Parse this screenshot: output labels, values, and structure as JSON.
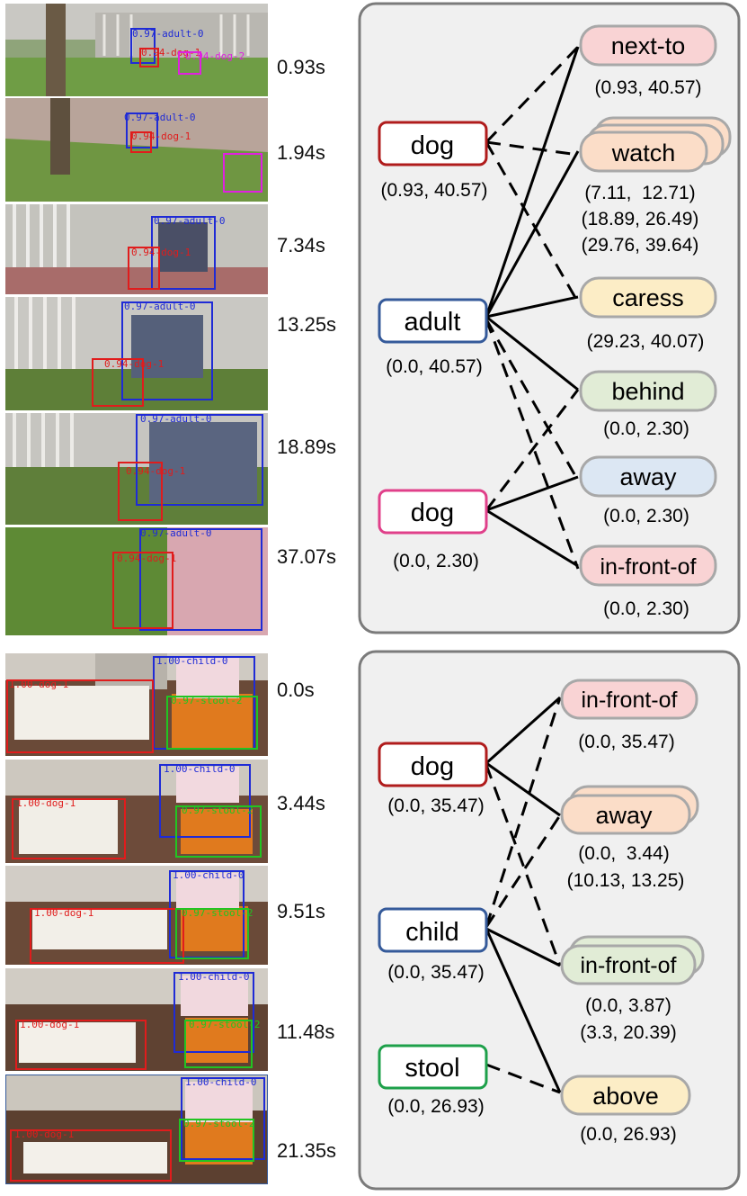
{
  "panels": [
    {
      "frames": [
        {
          "time": "0.93s",
          "boxes": [
            {
              "label": "0.97-adult-0",
              "color": "#1f2bd6"
            },
            {
              "label": "0.94-dog-1",
              "color": "#e01c1c"
            },
            {
              "label": "0.94-dog-2",
              "color": "#e020e0"
            }
          ]
        },
        {
          "time": "1.94s",
          "boxes": [
            {
              "label": "0.97-adult-0",
              "color": "#1f2bd6"
            },
            {
              "label": "0.94-dog-1",
              "color": "#e01c1c"
            },
            {
              "label": "",
              "color": "#e020e0"
            }
          ]
        },
        {
          "time": "7.34s",
          "boxes": [
            {
              "label": "0.97-adult-0",
              "color": "#1f2bd6"
            },
            {
              "label": "0.94-dog-1",
              "color": "#e01c1c"
            }
          ]
        },
        {
          "time": "13.25s",
          "boxes": [
            {
              "label": "0.97-adult-0",
              "color": "#1f2bd6"
            },
            {
              "label": "0.94-dog-1",
              "color": "#e01c1c"
            }
          ]
        },
        {
          "time": "18.89s",
          "boxes": [
            {
              "label": "0.97-adult-0",
              "color": "#1f2bd6"
            },
            {
              "label": "0.94-dog-1",
              "color": "#e01c1c"
            }
          ]
        },
        {
          "time": "37.07s",
          "boxes": [
            {
              "label": "0.97-adult-0",
              "color": "#1f2bd6"
            },
            {
              "label": "0.94-dog-1",
              "color": "#e01c1c"
            }
          ]
        }
      ],
      "entities": [
        {
          "name": "dog",
          "time": "(0.93, 40.57)",
          "border": "#b01c1c"
        },
        {
          "name": "adult",
          "time": "(0.0, 40.57)",
          "border": "#355a9a"
        },
        {
          "name": "dog",
          "time": "(0.0, 2.30)",
          "border": "#e0408a"
        }
      ],
      "relations": [
        {
          "name": "next-to",
          "fill": "#f9d3d4",
          "times": [
            "(0.93, 40.57)"
          ]
        },
        {
          "name": "watch",
          "fill": "#fbddc8",
          "times": [
            "(7.11,  12.71)",
            "(18.89, 26.49)",
            "(29.76, 39.64)"
          ]
        },
        {
          "name": "caress",
          "fill": "#fcedc6",
          "times": [
            "(29.23, 40.07)"
          ]
        },
        {
          "name": "behind",
          "fill": "#e1ecd6",
          "times": [
            "(0.0, 2.30)"
          ]
        },
        {
          "name": "away",
          "fill": "#dce7f3",
          "times": [
            "(0.0, 2.30)"
          ]
        },
        {
          "name": "in-front-of",
          "fill": "#f9d3d4",
          "times": [
            "(0.0, 2.30)"
          ]
        }
      ]
    },
    {
      "frames": [
        {
          "time": "0.0s",
          "boxes": [
            {
              "label": "1.00-child-0",
              "color": "#1f2bd6"
            },
            {
              "label": "1.00-dog-1",
              "color": "#e01c1c"
            },
            {
              "label": "0.97-stool-2",
              "color": "#22c422"
            }
          ]
        },
        {
          "time": "3.44s",
          "boxes": [
            {
              "label": "1.00-child-0",
              "color": "#1f2bd6"
            },
            {
              "label": "1.00-dog-1",
              "color": "#e01c1c"
            },
            {
              "label": "0.97-stool-2",
              "color": "#22c422"
            }
          ]
        },
        {
          "time": "9.51s",
          "boxes": [
            {
              "label": "1.00-child-0",
              "color": "#1f2bd6"
            },
            {
              "label": "1.00-dog-1",
              "color": "#e01c1c"
            },
            {
              "label": "0.97-stool-2",
              "color": "#22c422"
            }
          ]
        },
        {
          "time": "11.48s",
          "boxes": [
            {
              "label": "1.00-child-0",
              "color": "#1f2bd6"
            },
            {
              "label": "1.00-dog-1",
              "color": "#e01c1c"
            },
            {
              "label": "0.97-stool-2",
              "color": "#22c422"
            }
          ]
        },
        {
          "time": "21.35s",
          "boxes": [
            {
              "label": "1.00-child-0",
              "color": "#1f2bd6"
            },
            {
              "label": "1.00-dog-1",
              "color": "#e01c1c"
            },
            {
              "label": "0.97-stool-2",
              "color": "#22c422"
            }
          ]
        }
      ],
      "entities": [
        {
          "name": "dog",
          "time": "(0.0, 35.47)",
          "border": "#b01c1c"
        },
        {
          "name": "child",
          "time": "(0.0, 35.47)",
          "border": "#355a9a"
        },
        {
          "name": "stool",
          "time": "(0.0, 26.93)",
          "border": "#1ea04a"
        }
      ],
      "relations": [
        {
          "name": "in-front-of",
          "fill": "#f9d3d4",
          "times": [
            "(0.0, 35.47)"
          ]
        },
        {
          "name": "away",
          "fill": "#fbddc8",
          "times": [
            "(0.0,  3.44)",
            "(10.13, 13.25)"
          ]
        },
        {
          "name": "in-front-of",
          "fill": "#e1ecd6",
          "times": [
            "(0.0, 3.87)",
            "(3.3, 20.39)"
          ]
        },
        {
          "name": "above",
          "fill": "#fcedc6",
          "times": [
            "(0.0, 26.93)"
          ]
        }
      ]
    }
  ]
}
